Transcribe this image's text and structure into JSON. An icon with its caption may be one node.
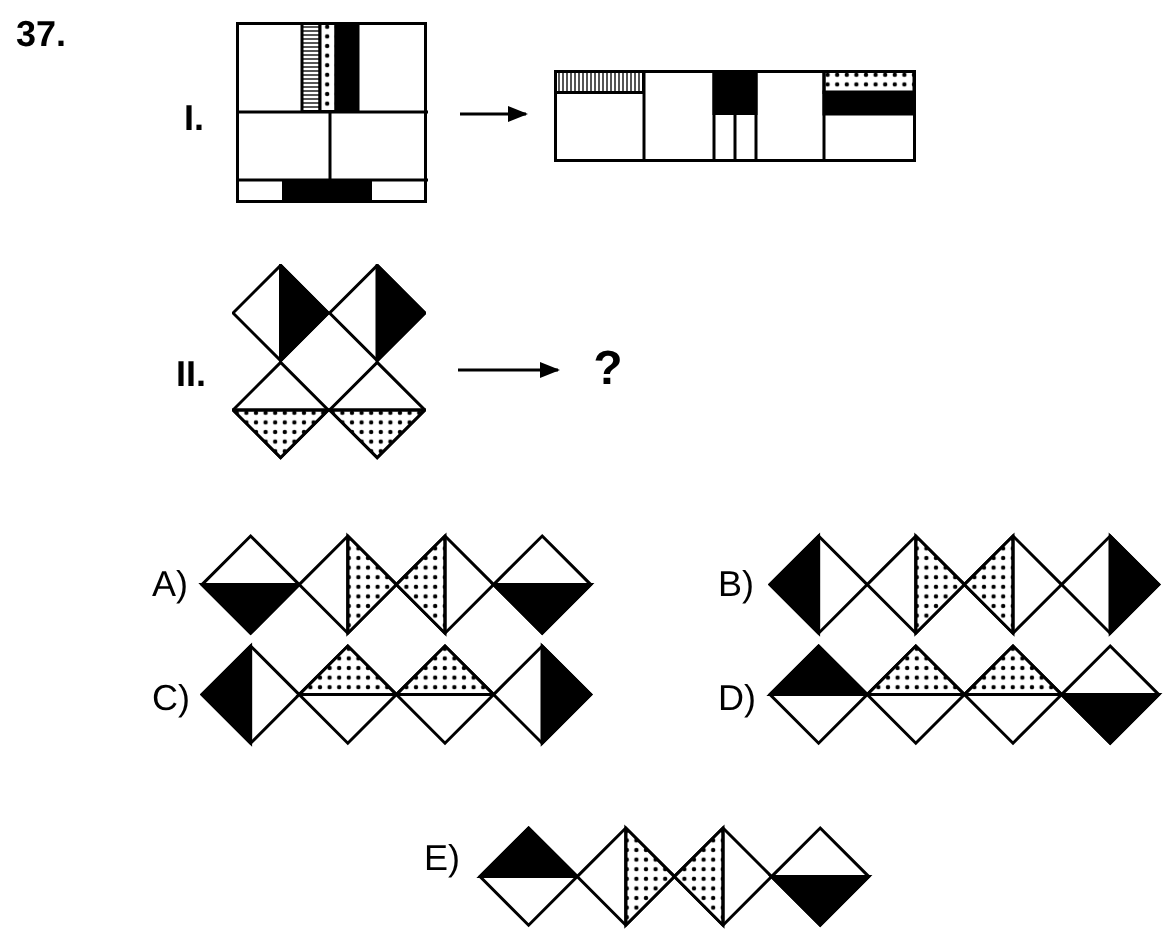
{
  "diagram": {
    "nodes": [
      {
        "text": [],
        "shape": "picture"
      },
      {
        "text": [],
        "shape": "picture"
      },
      {
        "text": [],
        "shape": "picture"
      },
      {
        "text": [
          "?"
        ]
      }
    ],
    "edges": [
      {
        "from": 0,
        "to": 1,
        "arrow": "to"
      },
      {
        "from": 2,
        "to": 3,
        "arrow": "to"
      }
    ],
    "labels": [
      "37.",
      "I.",
      "II.",
      "A)",
      "B)",
      "C)",
      "D)",
      "E)"
    ]
  }
}
